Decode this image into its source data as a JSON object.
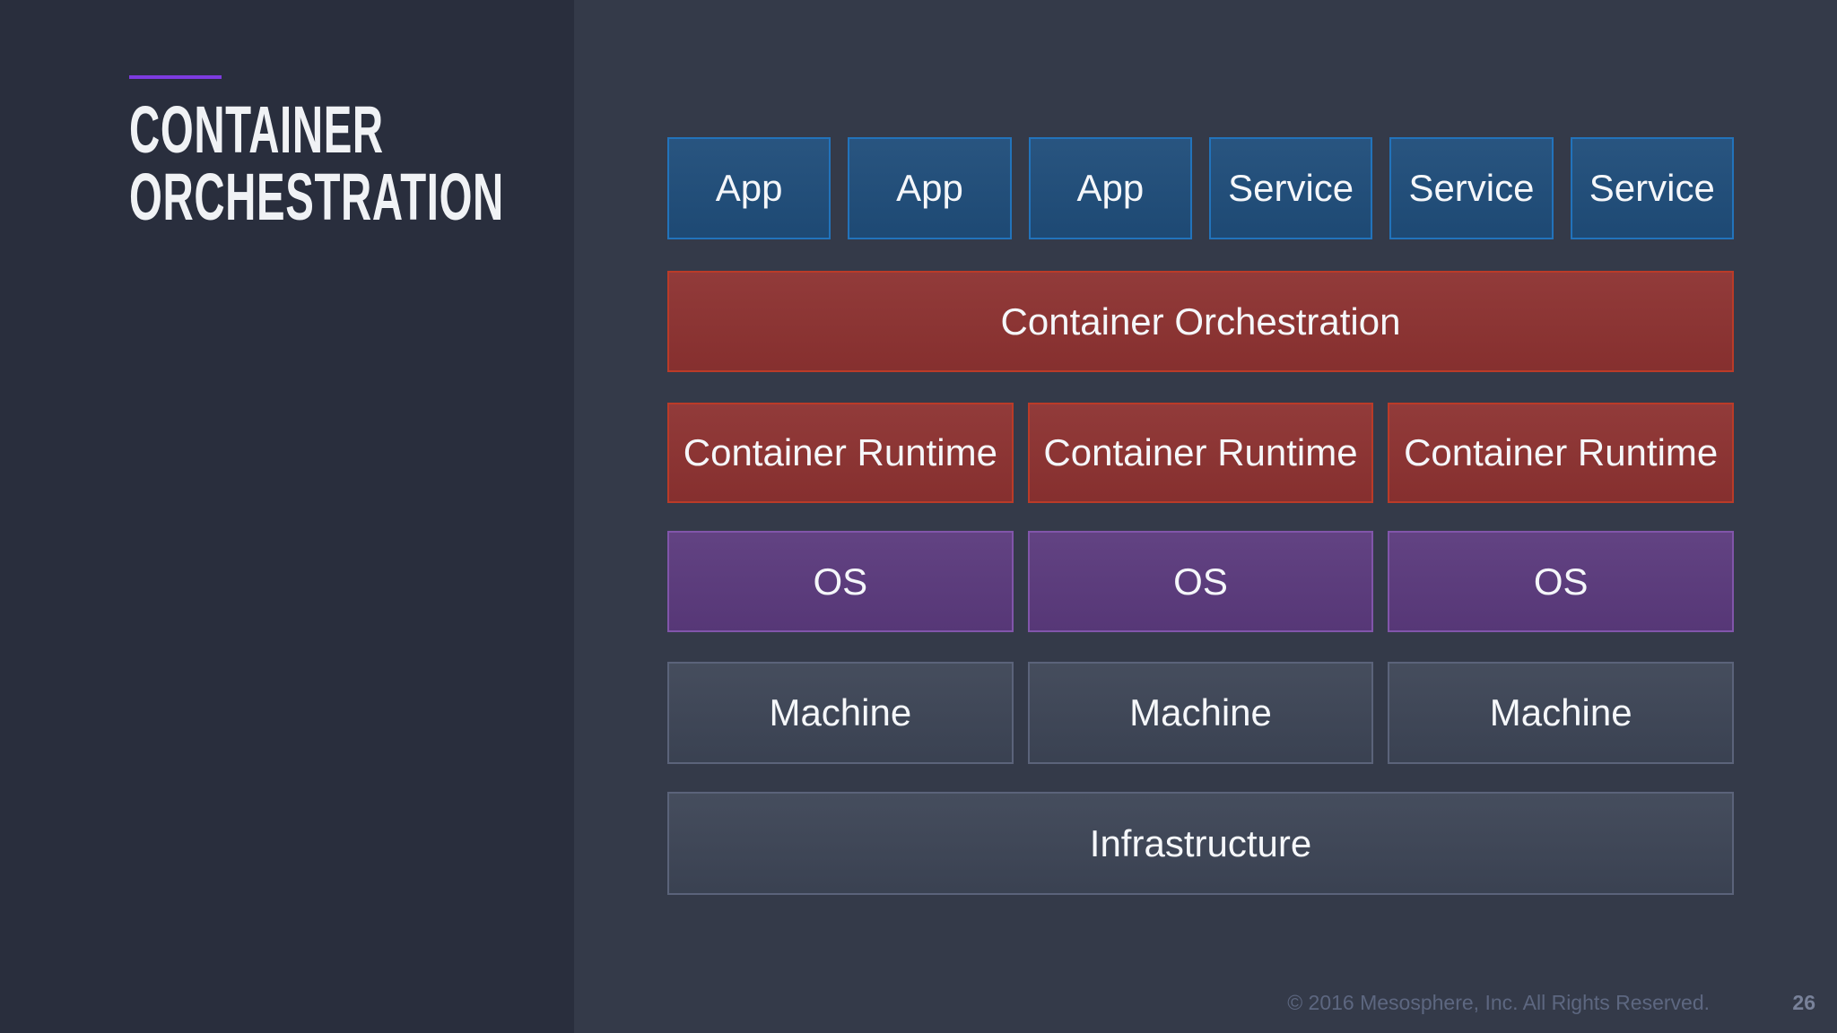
{
  "slide": {
    "title_line1": "CONTAINER",
    "title_line2": "ORCHESTRATION",
    "footer": "© 2016 Mesosphere, Inc. All Rights Reserved.",
    "page_number": "26"
  },
  "diagram": {
    "top_row": [
      "App",
      "App",
      "App",
      "Service",
      "Service",
      "Service"
    ],
    "orchestration_label": "Container Orchestration",
    "runtime_row": [
      "Container Runtime",
      "Container Runtime",
      "Container Runtime"
    ],
    "os_row": [
      "OS",
      "OS",
      "OS"
    ],
    "machine_row": [
      "Machine",
      "Machine",
      "Machine"
    ],
    "infrastructure_label": "Infrastructure"
  },
  "colors": {
    "left_panel_bg": "#292e3d",
    "right_panel_bg": "#343a49",
    "accent_purple_line": "#7d3be0",
    "app_service_fill": "#1f4d7a",
    "app_service_border": "#2273bb",
    "orchestration_fill": "#8d3231",
    "orchestration_border": "#ba3b28",
    "os_fill": "#5b3a7d",
    "os_border": "#8155aa",
    "machine_fill": "#3d4556",
    "machine_border": "#5b637a",
    "title_text": "#f0f2f5",
    "box_text": "#f5f7fa",
    "footer_text": "#5d6780"
  }
}
